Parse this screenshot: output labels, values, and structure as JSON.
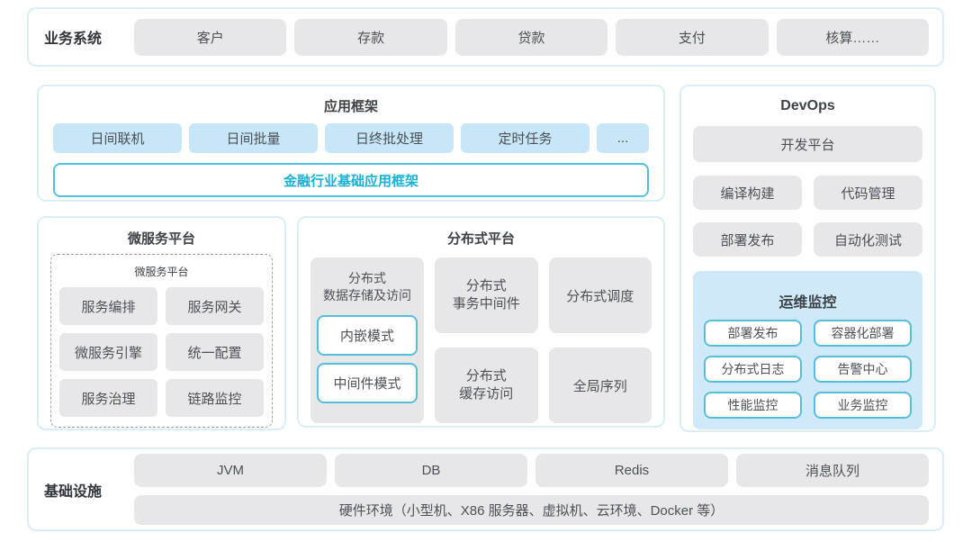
{
  "colors": {
    "panel_border": "#d9eef6",
    "gray_block": "#e7e7e9",
    "blue_block": "#c7e6f8",
    "monitor_bg": "#cfe9fa",
    "cyan_border": "#55bedb",
    "cyan_text": "#16b1d4",
    "dark_text": "#33383d"
  },
  "business": {
    "label": "业务系统",
    "items": [
      "客户",
      "存款",
      "贷款",
      "支付",
      "核算……"
    ]
  },
  "app_framework": {
    "title": "应用框架",
    "items": [
      "日间联机",
      "日间批量",
      "日终批处理",
      "定时任务",
      "..."
    ],
    "base": "金融行业基础应用框架"
  },
  "devops": {
    "title": "DevOps",
    "platform": "开发平台",
    "tools": [
      "编译构建",
      "代码管理",
      "部署发布",
      "自动化测试"
    ],
    "monitor": {
      "title": "运维监控",
      "items": [
        "部署发布",
        "容器化部署",
        "分布式日志",
        "告警中心",
        "性能监控",
        "业务监控"
      ]
    }
  },
  "microservice": {
    "title": "微服务平台",
    "inner_title": "微服务平台",
    "items": [
      "服务编排",
      "服务网关",
      "微服务引擎",
      "统一配置",
      "服务治理",
      "链路监控"
    ]
  },
  "distributed": {
    "title": "分布式平台",
    "storage": {
      "label": "分布式\n数据存储及访问",
      "modes": [
        "内嵌模式",
        "中间件模式"
      ]
    },
    "col2": [
      "分布式\n事务中间件",
      "分布式\n缓存访问"
    ],
    "col3": [
      "分布式调度",
      "全局序列"
    ]
  },
  "infrastructure": {
    "label": "基础设施",
    "items": [
      "JVM",
      "DB",
      "Redis",
      "消息队列"
    ],
    "hardware": "硬件环境（小型机、X86 服务器、虚拟机、云环境、Docker 等）"
  }
}
